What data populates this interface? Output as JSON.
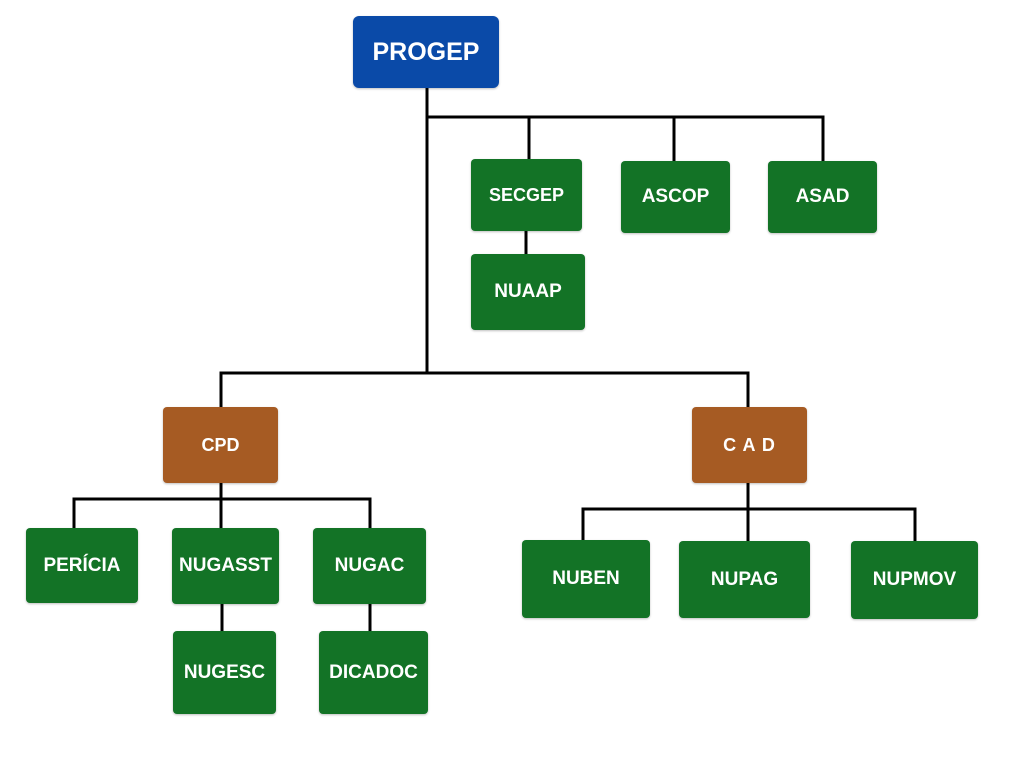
{
  "colors": {
    "root": "#0a4aa8",
    "unit": "#137326",
    "coordination": "#a65b23",
    "line": "#000000"
  },
  "nodes": {
    "progep": "PROGEP",
    "secgep": "SECGEP",
    "ascop": "ASCOP",
    "asad": "ASAD",
    "nuaap": "NUAAP",
    "cpd": "CPD",
    "cad": "C A D",
    "pericia": "PERÍCIA",
    "nugasst": "NUGASST",
    "nugac": "NUGAC",
    "nugesc": "NUGESC",
    "dicadoc": "DICADOC",
    "nuben": "NUBEN",
    "nupag": "NUPAG",
    "nupmov": "NUPMOV"
  }
}
